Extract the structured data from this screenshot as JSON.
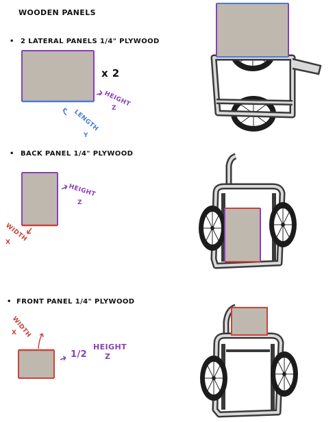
{
  "title": "WOODEN PANELS",
  "sections": [
    {
      "bullet": "•",
      "heading": "2 LATERAL PANELS 1/4\" PLYWOOD",
      "multiplier": "x 2",
      "label_height": [
        "HEIGHT",
        "Z"
      ],
      "label_length": [
        "LENGTH",
        "Y"
      ]
    },
    {
      "bullet": "•",
      "heading": "BACK PANEL 1/4\" PLYWOOD",
      "label_height": [
        "HEIGHT",
        "Z"
      ],
      "label_width": [
        "WIDTH",
        "X"
      ]
    },
    {
      "bullet": "•",
      "heading": "FRONT PANEL 1/4\" PLYWOOD",
      "label_width": [
        "WIDTH",
        "X"
      ],
      "label_fraction": "1/2",
      "label_height": [
        "HEIGHT",
        "Z"
      ]
    }
  ],
  "colors": {
    "panel_fill": "#bfb8ae",
    "ink": "#111111",
    "blue": "#4a7bd6",
    "purple": "#8a3fb8",
    "red": "#c9443a",
    "frame": "#3a3a3a",
    "frame_inner": "#d9d9d9"
  }
}
